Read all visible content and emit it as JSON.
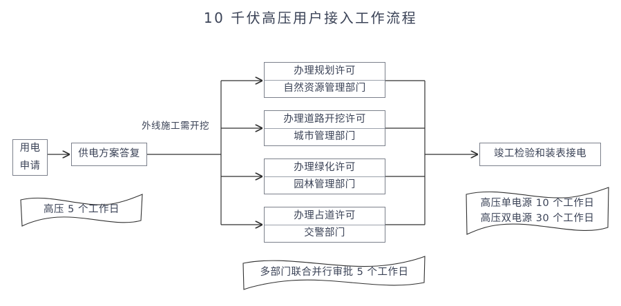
{
  "title": "10 千伏高压用户接入工作流程",
  "colors": {
    "text": "#3a4256",
    "box_border": "#7a7f8a",
    "line": "#2f2f2f",
    "background": "#ffffff"
  },
  "nodes": {
    "apply": {
      "line1": "用电",
      "line2": "申请"
    },
    "reply": {
      "line1": "供电方案答复"
    },
    "final": {
      "line1": "竣工检验和装表接电"
    }
  },
  "edge_labels": {
    "excavation": "外线施工需开挖"
  },
  "permits": [
    {
      "title": "办理规划许可",
      "department": "自然资源管理部门"
    },
    {
      "title": "办理道路开挖许可",
      "department": "城市管理部门"
    },
    {
      "title": "办理绿化许可",
      "department": "园林管理部门"
    },
    {
      "title": "办理占道许可",
      "department": "交警部门"
    }
  ],
  "notes": {
    "left": {
      "line1": "高压 5 个工作日"
    },
    "bottom": {
      "line1": "多部门联合并行审批 5 个工作日"
    },
    "right": {
      "line1": "高压单电源 10 个工作日",
      "line2": "高压双电源 30 个工作日"
    }
  }
}
